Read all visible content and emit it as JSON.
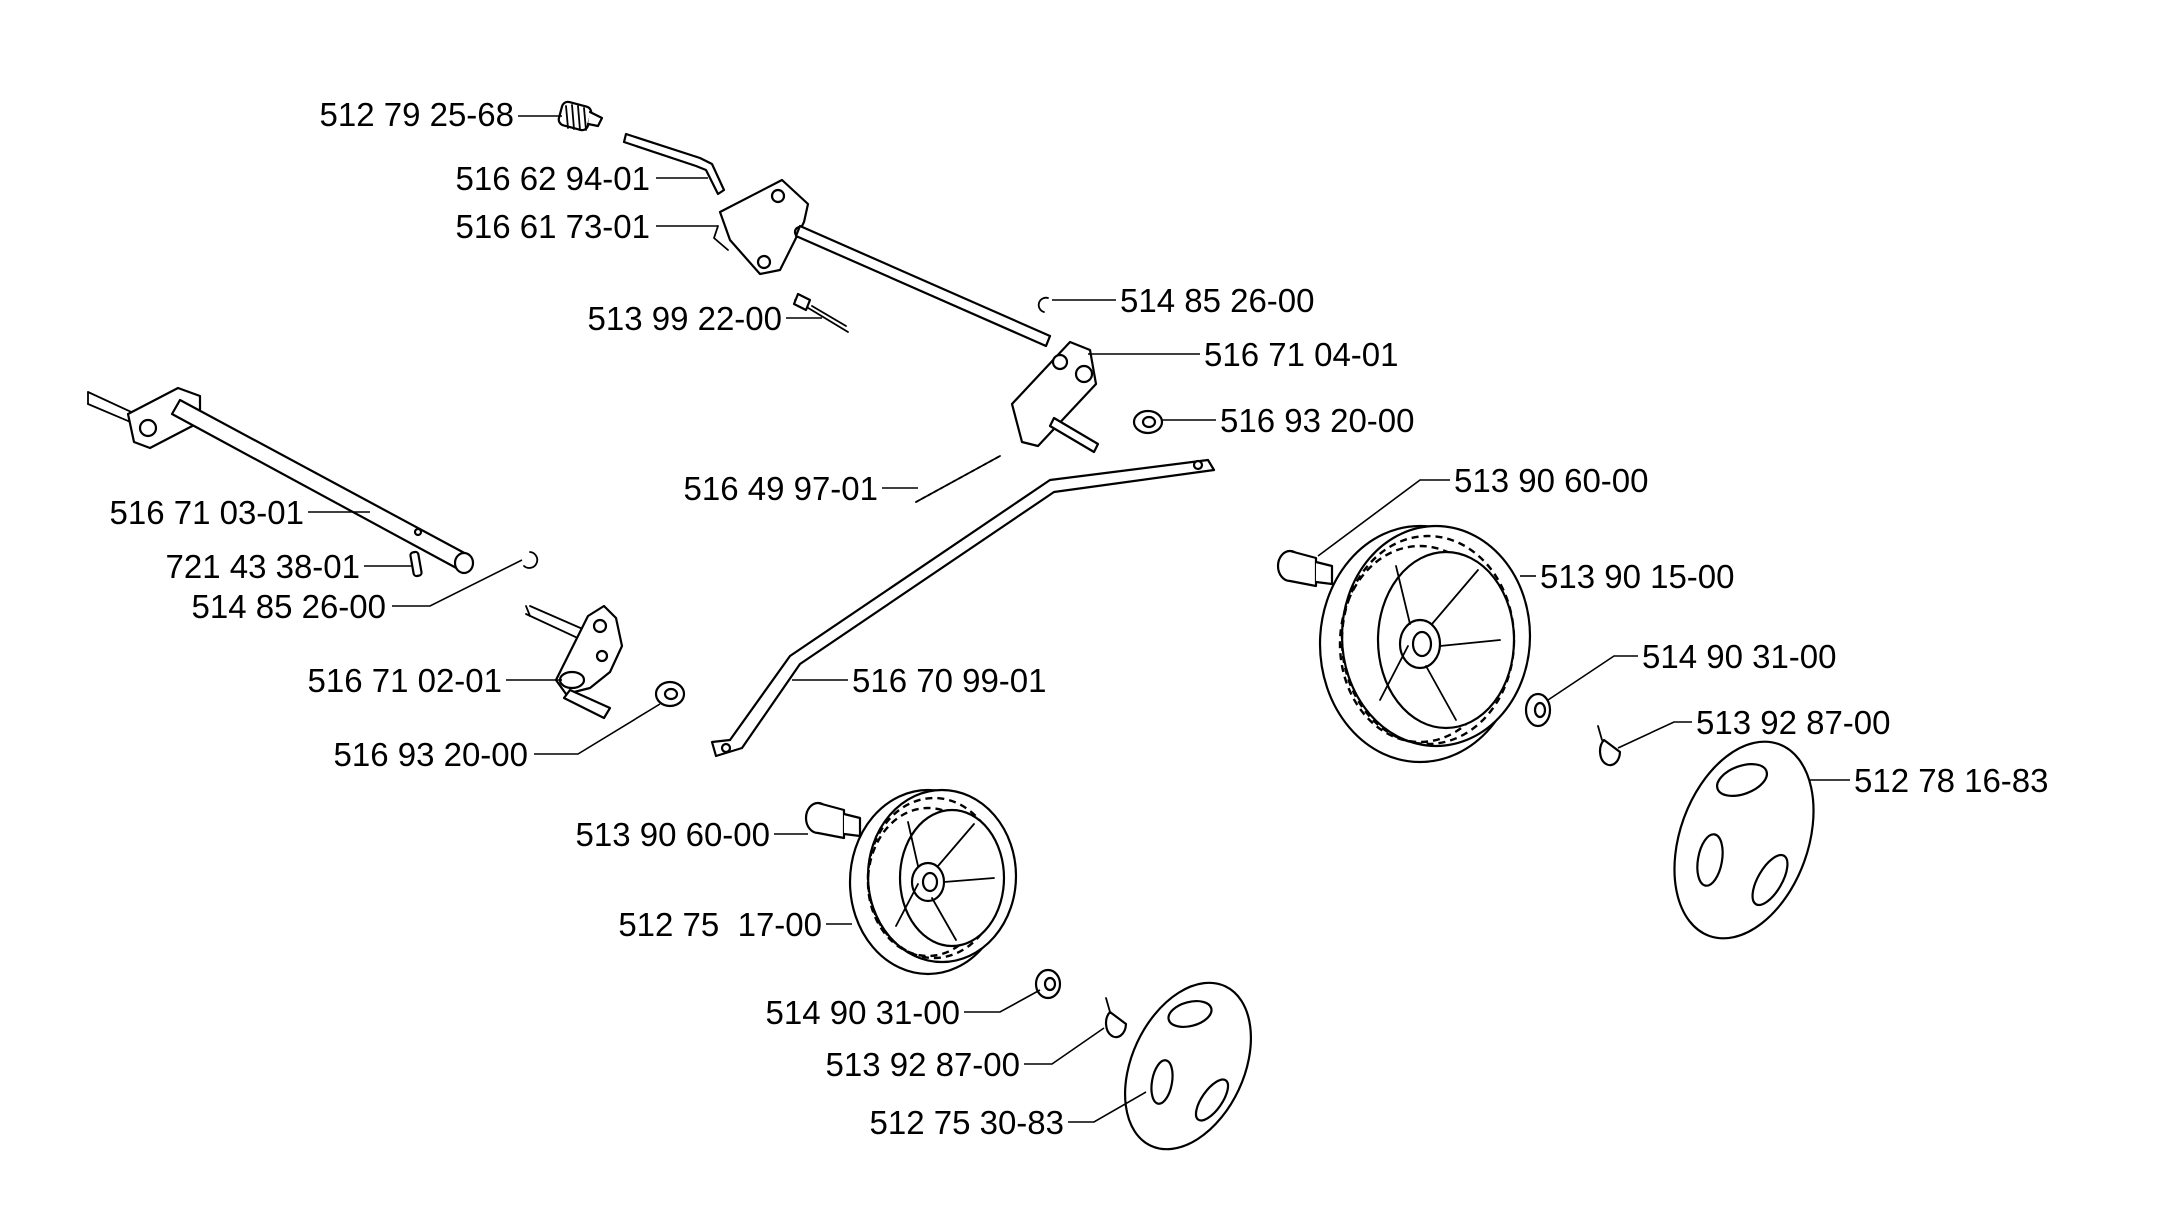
{
  "labels": {
    "p01": "512 79 25-68",
    "p02": "516 62 94-01",
    "p03": "516 61 73-01",
    "p04": "514 85 26-00",
    "p05": "513 99 22-00",
    "p06": "516 71 04-01",
    "p07": "516 93 20-00",
    "p08": "516 49 97-01",
    "p09": "513 90 60-00",
    "p10": "516 71 03-01",
    "p11": "513 90 15-00",
    "p12": "721 43 38-01",
    "p13": "514 85 26-00",
    "p14": "514 90 31-00",
    "p15": "516 71 02-01",
    "p16": "516 70 99-01",
    "p17": "513 92 87-00",
    "p18": "516 93 20-00",
    "p19": "512 78 16-83",
    "p20": "513 90 60-00",
    "p21": "512 75  17-00",
    "p22": "514 90 31-00",
    "p23": "513 92 87-00",
    "p24": "512 75 30-83"
  }
}
